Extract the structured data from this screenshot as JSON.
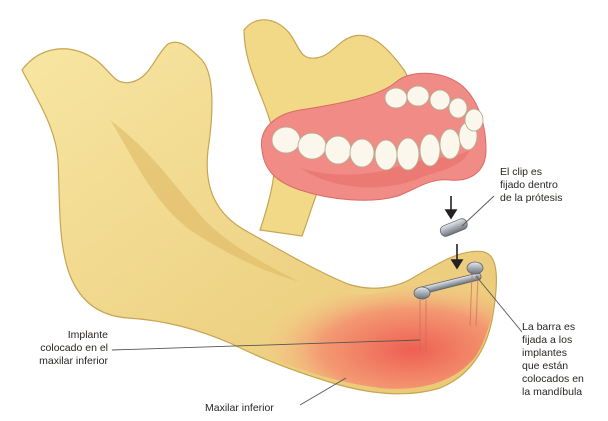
{
  "labels": {
    "clip": [
      "El clip es",
      "fijado dentro",
      "de la prótesis"
    ],
    "implant": [
      "Implante",
      "colocado en el",
      "maxilar inferior"
    ],
    "jaw": [
      "Maxilar inferior"
    ],
    "bar": [
      "La barra es",
      "fijada a los",
      "implantes",
      "que están",
      "colocados en",
      "la mandíbula"
    ]
  },
  "colors": {
    "bone": "#f3dd8d",
    "bone_shadow": "#d8b55e",
    "gum": "#f08b85",
    "gingiva": "#ee7e68",
    "teeth": "#fbf7ec",
    "metal": "#a6acb4",
    "leader": "#555555"
  }
}
